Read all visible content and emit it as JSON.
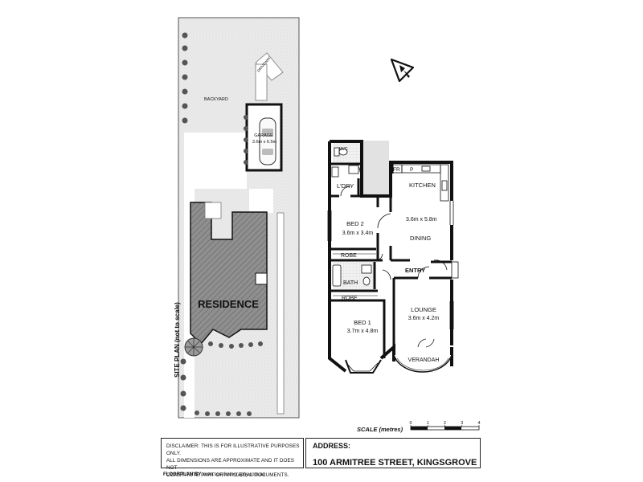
{
  "site_plan": {
    "title": "SITE PLAN (not to scale)",
    "backyard": "BACKYARD",
    "driveway": "DRIVEWAY",
    "garage": "GARAGE",
    "garage_size": "3.6m x 6.5m",
    "residence": "RESIDENCE"
  },
  "floor_plan": {
    "rooms": {
      "wc": "W/C",
      "laundry": "L'DRY",
      "fr": "FR",
      "p": "P",
      "kitchen": "KITCHEN",
      "kitchen_size": "3.6m x 5.8m",
      "dining": "DINING",
      "bed2": "BED 2",
      "bed2_size": "3.6m x 3.4m",
      "robe_top": "ROBE",
      "entry": "ENTRY",
      "bath": "BATH",
      "robe_bottom": "ROBE",
      "lounge": "LOUNGE",
      "lounge_size": "3.6m x 4.2m",
      "bed1": "BED 1",
      "bed1_size": "3.7m x 4.8m",
      "verandah": "VERANDAH"
    }
  },
  "scale": {
    "label": "SCALE (metres)",
    "ticks": [
      "0",
      "1",
      "2",
      "3",
      "4"
    ]
  },
  "footer": {
    "disclaimer_lines": [
      "DISCLAIMER: THIS IS FOR ILLUSTRATIVE PURPOSES ONLY.",
      "ALL DIMENSIONS ARE APPROXIMATE AND IT DOES NOT",
      "CONSTITUTE PART OF ANY LEGAL DOCUMENTS."
    ],
    "address_label": "ADDRESS:",
    "address_value": "100 ARMITREE STREET, KINGSGROVE",
    "credit_prefix": "FLOORPLAN BY",
    "credit_url": "www.sosphotography.com.au"
  },
  "colors": {
    "wall": "#111111",
    "lawn": "#e6e6e6",
    "residence_hatch": "#9a9a9a",
    "paving": "#d9d9d9"
  }
}
